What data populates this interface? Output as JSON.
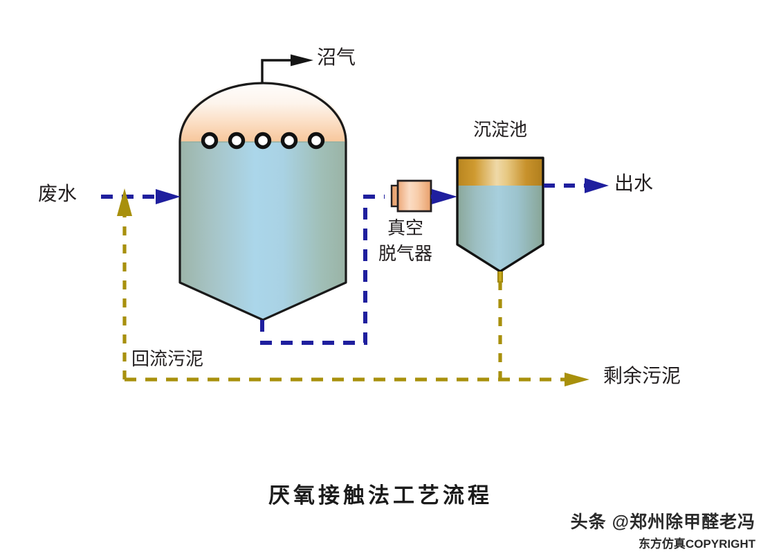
{
  "diagram": {
    "title": "厌氧接触法工艺流程",
    "background": "#ffffff"
  },
  "labels": {
    "biogas": "沼气",
    "wastewater": "废水",
    "vacuum_degasser_line1": "真空",
    "vacuum_degasser_line2": "脱气器",
    "settling_tank": "沉淀池",
    "effluent": "出水",
    "return_sludge": "回流污泥",
    "excess_sludge": "剩余污泥"
  },
  "watermark": {
    "main": "头条 @郑州除甲醛老冯",
    "sub": "东方仿真COPYRIGHT"
  },
  "colors": {
    "outline": "#1a1a1a",
    "water_blue": "#1f1f9e",
    "sludge_gold": "#a8900c",
    "gas_space_top": "#fdfcfa",
    "gas_space_bottom": "#f8cfa4",
    "liquid_edge": "#9bb3a6",
    "liquid_center": "#a9d6ea",
    "tank_scum_top": "#c8922c",
    "tank_scum_light": "#f6e6c4",
    "degasser_body": "#f6c49c",
    "degasser_flange": "#e8a97c"
  },
  "equipment": {
    "reactor": {
      "name": "厌氧反应器",
      "gas_port_count": 5
    },
    "degasser": {
      "name": "真空脱气器"
    },
    "settler": {
      "name": "沉淀池"
    }
  },
  "streams": [
    {
      "name": "废水",
      "style": "dashed",
      "color": "#1f1f9e"
    },
    {
      "name": "沼气",
      "style": "solid",
      "color": "#151515"
    },
    {
      "name": "出水",
      "style": "dashed",
      "color": "#1f1f9e"
    },
    {
      "name": "回流污泥",
      "style": "dashed",
      "color": "#a8900c"
    },
    {
      "name": "剩余污泥",
      "style": "dashed",
      "color": "#a8900c"
    }
  ]
}
